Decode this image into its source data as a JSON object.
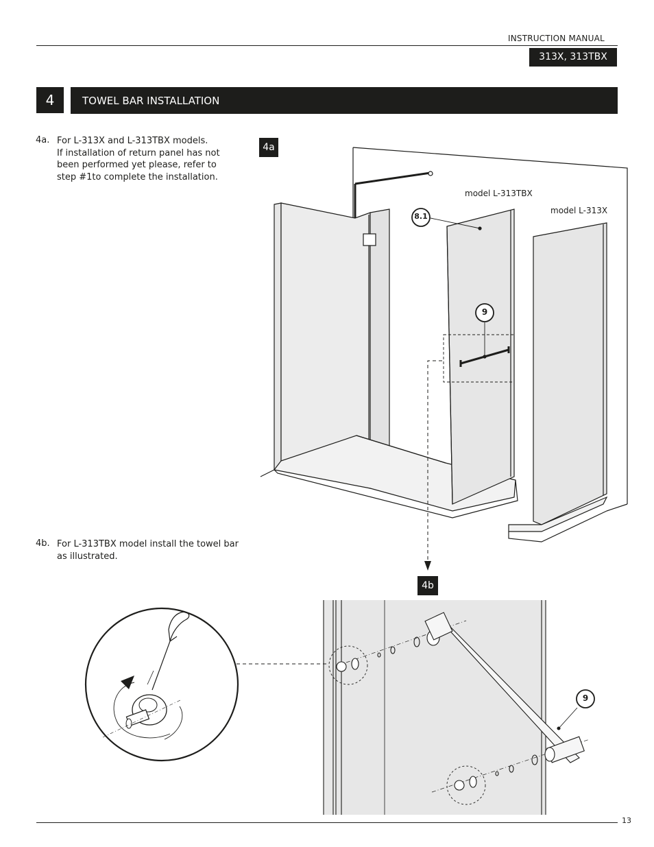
{
  "header": {
    "manual_label": "INSTRUCTION MANUAL",
    "model_badge": "313X, 313TBX"
  },
  "section": {
    "number": "4",
    "title": "TOWEL BAR INSTALLATION"
  },
  "steps": [
    {
      "id": "4a.",
      "lines": [
        "For  L-313X and L-313TBX  models.",
        "If installation of return panel has not",
        "been performed yet please, refer to",
        "step #1to complete the installation."
      ]
    },
    {
      "id": "4b.",
      "lines": [
        "For  L-313TBX  model install the towel bar",
        "as illustrated."
      ]
    }
  ],
  "figures": {
    "fig_4a": {
      "tag": "4a",
      "model_tbx": "model  L-313TBX",
      "model_x": "model L-313X",
      "callout_81": "8.1",
      "callout_9": "9"
    },
    "fig_4b": {
      "tag": "4b",
      "callout_9": "9"
    }
  },
  "footer": {
    "page_number": "13"
  }
}
